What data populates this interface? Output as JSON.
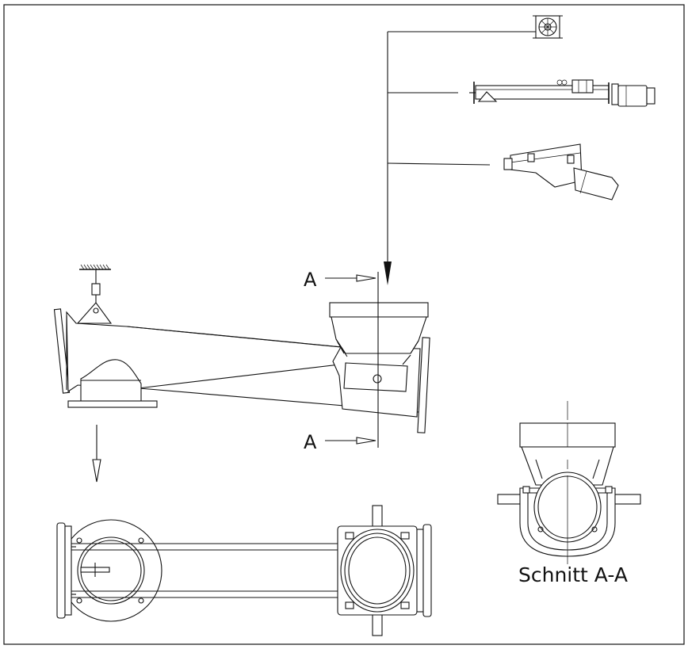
{
  "labels": {
    "section_a_top": "A",
    "section_a_bottom": "A",
    "section_title": "Schnitt A-A"
  }
}
